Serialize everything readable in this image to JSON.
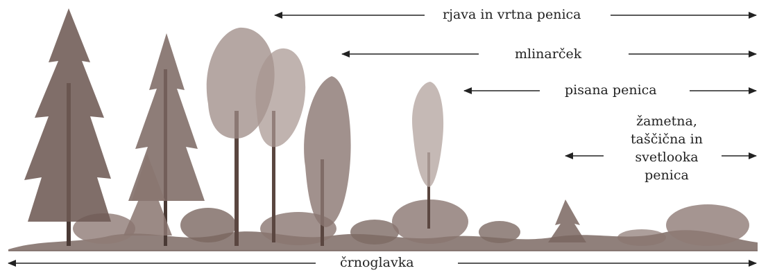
{
  "zones": [
    {
      "id": "canopy-top",
      "label": "rjava in vrtna penica"
    },
    {
      "id": "upper",
      "label": "mlinarček"
    },
    {
      "id": "middle",
      "label": "pisana penica"
    },
    {
      "id": "lower",
      "lines": [
        "žametna,",
        "taščična in",
        "svetlooka",
        "penica"
      ]
    },
    {
      "id": "ground",
      "label": "črnoglavka"
    }
  ],
  "colors": {
    "ink": "#222222",
    "tree_dark": "#5a4640",
    "tree_mid": "#8a7670",
    "tree_light": "#b7a8a3"
  }
}
